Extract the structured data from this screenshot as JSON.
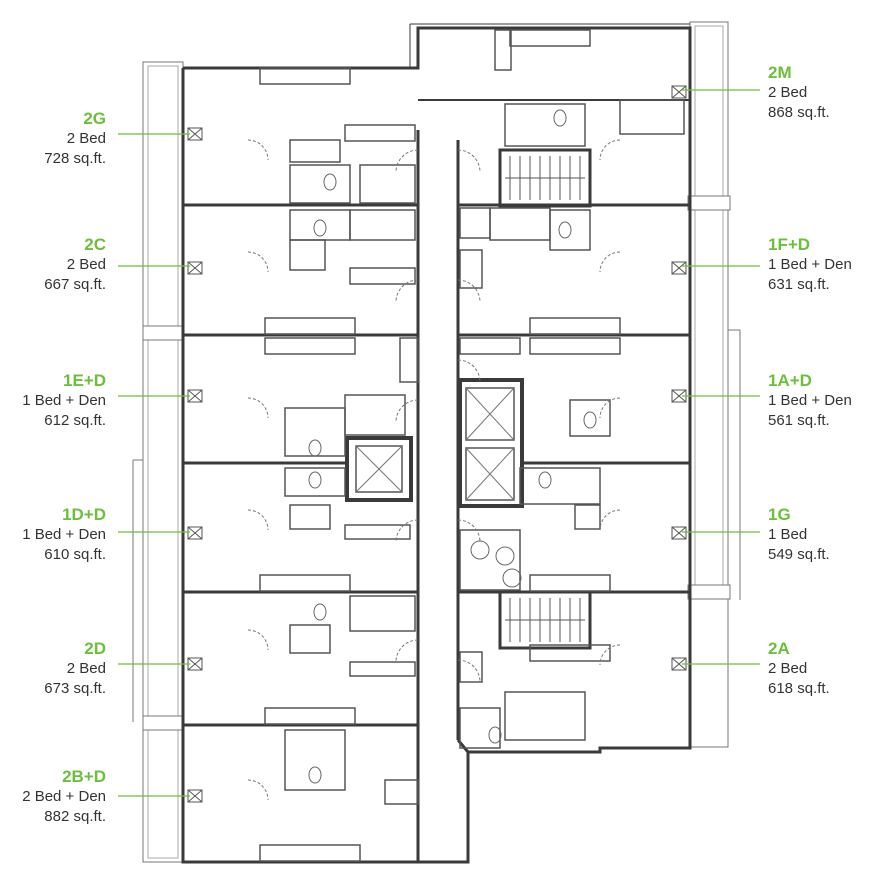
{
  "colors": {
    "label_code": "#6cbf3a",
    "label_text": "#333333",
    "wall": "#3a3a3a",
    "thin": "#555555",
    "leader": "#6cbf3a",
    "core_fill": "#d9d9d9"
  },
  "units": {
    "left": [
      {
        "code": "2G",
        "type": "2 Bed",
        "area": "728 sq.ft."
      },
      {
        "code": "2C",
        "type": "2 Bed",
        "area": "667 sq.ft."
      },
      {
        "code": "1E+D",
        "type": "1 Bed + Den",
        "area": "612 sq.ft."
      },
      {
        "code": "1D+D",
        "type": "1 Bed + Den",
        "area": "610 sq.ft."
      },
      {
        "code": "2D",
        "type": "2 Bed",
        "area": "673 sq.ft."
      },
      {
        "code": "2B+D",
        "type": "2 Bed + Den",
        "area": "882 sq.ft."
      }
    ],
    "right": [
      {
        "code": "2M",
        "type": "2 Bed",
        "area": "868 sq.ft."
      },
      {
        "code": "1F+D",
        "type": "1 Bed + Den",
        "area": "631 sq.ft."
      },
      {
        "code": "1A+D",
        "type": "1 Bed + Den",
        "area": "561 sq.ft."
      },
      {
        "code": "1G",
        "type": "1 Bed",
        "area": "549 sq.ft."
      },
      {
        "code": "2A",
        "type": "2 Bed",
        "area": "618 sq.ft."
      }
    ]
  }
}
